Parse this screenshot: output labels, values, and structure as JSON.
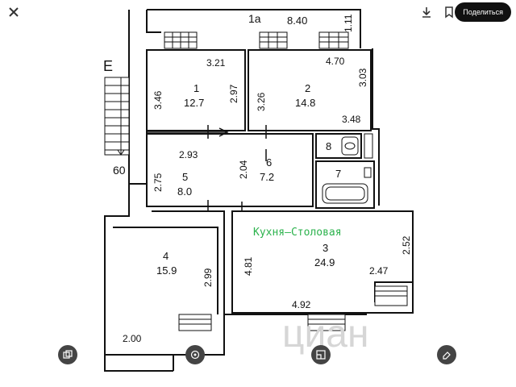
{
  "toolbar": {
    "share_label": "Поделиться",
    "icons": [
      "close-icon",
      "download-icon",
      "bookmark-icon"
    ]
  },
  "plan": {
    "corridor_label": "1а",
    "compass": "E",
    "stair_label": "60",
    "watermark": "циан",
    "kitchen_caption": "Кухня–Столовая",
    "dims": [
      "8.40",
      "1.11",
      "3.21",
      "3.46",
      "2.97",
      "4.70",
      "3.26",
      "3.03",
      "3.48",
      "2.93",
      "2.04",
      "2.75",
      "4.81",
      "2.52",
      "2.47",
      "4.92",
      "2.99",
      "2.00"
    ],
    "rooms": [
      {
        "num": "1",
        "area": "12.7"
      },
      {
        "num": "2",
        "area": "14.8"
      },
      {
        "num": "3",
        "area": "24.9"
      },
      {
        "num": "4",
        "area": "15.9"
      },
      {
        "num": "5",
        "area": "8.0"
      },
      {
        "num": "6",
        "area": "7.2"
      },
      {
        "num": "7",
        "area": ""
      },
      {
        "num": "8",
        "area": ""
      }
    ]
  },
  "bottom_bar": {
    "icons": [
      "layers-icon",
      "view-icon",
      "plan-icon",
      "eraser-icon"
    ]
  },
  "colors": {
    "caption_green": "#2bb24c",
    "wall": "#111111",
    "share_bg": "#111111"
  }
}
